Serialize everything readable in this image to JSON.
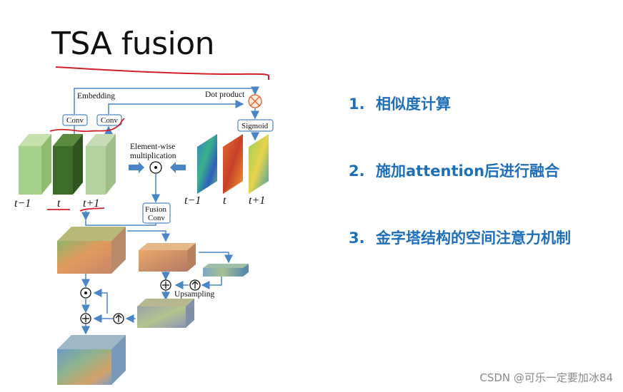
{
  "slide": {
    "title": "TSA fusion",
    "watermark": "CSDN @可乐一定要加冰84"
  },
  "diagram": {
    "embedding_label": "Embedding",
    "dot_product_label": "Dot product",
    "conv_label": "Conv",
    "sigmoid_label": "Sigmoid",
    "elementwise_label_1": "Element-wise",
    "elementwise_label_2": "multiplication",
    "fusion_label_1": "Fusion",
    "fusion_label_2": "Conv",
    "upsampling_label": "Upsampling",
    "frame_labels": [
      "t−1",
      "t",
      "t+1"
    ],
    "map_labels": [
      "t−1",
      "t",
      "t+1"
    ],
    "colors": {
      "arrow": "#4a86c5",
      "frame_light": "#a8d08d",
      "frame_dark": "#3d6b2a",
      "annotation_red": "#d0202a"
    }
  },
  "points": [
    {
      "num": "1.",
      "text": "相似度计算"
    },
    {
      "num": "2.",
      "text": "施加attention后进行融合"
    },
    {
      "num": "3.",
      "text": "金字塔结构的空间注意力机制"
    }
  ]
}
